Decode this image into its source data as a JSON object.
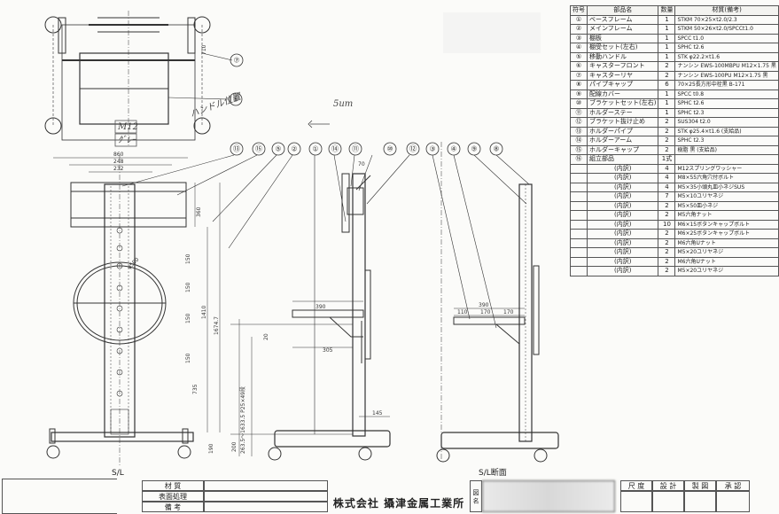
{
  "parts_table": {
    "headers": [
      "符号",
      "部品名",
      "数量",
      "材質(備考)"
    ],
    "rows": [
      {
        "no": "①",
        "name": "ベースフレーム",
        "qty": "1",
        "material": "STKM 70×25×t2.0/2.3"
      },
      {
        "no": "②",
        "name": "メインフレーム",
        "qty": "1",
        "material": "STKM 50×26×t2.0/SPCCt1.0"
      },
      {
        "no": "③",
        "name": "棚板",
        "qty": "1",
        "material": "SPCC t1.0"
      },
      {
        "no": "④",
        "name": "棚受セット(左右)",
        "qty": "1",
        "material": "SPHC t2.6"
      },
      {
        "no": "⑤",
        "name": "移動ハンドル",
        "qty": "1",
        "material": "STK φ22.2×t1.6"
      },
      {
        "no": "⑥",
        "name": "キャスターフロント",
        "qty": "2",
        "material": "ナンシン EWS-100MBPU M12×1.75 黒"
      },
      {
        "no": "⑦",
        "name": "キャスターリヤ",
        "qty": "2",
        "material": "ナンシン EWS-100PU M12×1.75 黒"
      },
      {
        "no": "⑧",
        "name": "パイプキャップ",
        "qty": "6",
        "material": "70×25長方形中栓黒 B-171"
      },
      {
        "no": "⑨",
        "name": "配線カバー",
        "qty": "1",
        "material": "SPCC t0.8"
      },
      {
        "no": "⑩",
        "name": "ブラケットセット(左右)",
        "qty": "1",
        "material": "SPHC t2.6"
      },
      {
        "no": "⑪",
        "name": "ホルダーステー",
        "qty": "1",
        "material": "SPHC t2.3"
      },
      {
        "no": "⑫",
        "name": "ブラケット抜け止め",
        "qty": "2",
        "material": "SUS304 t2.0"
      },
      {
        "no": "⑬",
        "name": "ホルダーパイプ",
        "qty": "2",
        "material": "STK φ25.4×t1.6 (支給品)"
      },
      {
        "no": "⑭",
        "name": "ホルダーアーム",
        "qty": "2",
        "material": "SPHC t2.3"
      },
      {
        "no": "⑮",
        "name": "ホルダーキャップ",
        "qty": "2",
        "material": "樹脂 黒 (支給品)"
      },
      {
        "no": "⑯",
        "name": "組立部品",
        "qty": "1式",
        "material": ""
      }
    ],
    "sub_rows": [
      {
        "name": "(内訳)",
        "qty": "4",
        "material": "M12スプリングワッシャー"
      },
      {
        "name": "(内訳)",
        "qty": "4",
        "material": "M8×55六角穴付ボルト"
      },
      {
        "name": "(内訳)",
        "qty": "4",
        "material": "M5×35小頭丸皿小ネジSUS"
      },
      {
        "name": "(内訳)",
        "qty": "7",
        "material": "M5×10ユリヤネジ"
      },
      {
        "name": "(内訳)",
        "qty": "2",
        "material": "M5×50皿小ネジ"
      },
      {
        "name": "(内訳)",
        "qty": "2",
        "material": "M5六角ナット"
      },
      {
        "name": "(内訳)",
        "qty": "10",
        "material": "M6×15ボタンキャップボルト"
      },
      {
        "name": "(内訳)",
        "qty": "2",
        "material": "M6×25ボタンキャップボルト"
      },
      {
        "name": "(内訳)",
        "qty": "2",
        "material": "M6六角Uナット"
      },
      {
        "name": "(内訳)",
        "qty": "2",
        "material": "M5×20ユリヤネジ"
      },
      {
        "name": "(内訳)",
        "qty": "2",
        "material": "M6六角Uナット"
      },
      {
        "name": "(内訳)",
        "qty": "2",
        "material": "M5×20ユリヤネジ"
      }
    ]
  },
  "title_block": {
    "material_label": "材 質",
    "surface_label": "表面処理",
    "remarks_label": "備 考",
    "company": "株式会社 攝津金属工業所",
    "drawing_label": "図 名",
    "scale_label": "尺 度",
    "design_label": "設 計",
    "draft_label": "製 図",
    "approve_label": "承 認"
  },
  "drawing": {
    "callouts": [
      "⑬",
      "⑮",
      "⑤",
      "②",
      "①",
      "⑭",
      "⑪",
      "⑩",
      "⑫",
      "③",
      "④",
      "⑨",
      "⑧",
      "⑦",
      "⑥"
    ],
    "dims": {
      "w860": "860",
      "w248": "248",
      "w232": "232",
      "h360": "360",
      "phi500": "φ500",
      "h150a": "150",
      "h150b": "150",
      "h150c": "150",
      "h150d": "150",
      "h1410": "1410",
      "h1674": "1674.7",
      "h735": "735",
      "h190": "190",
      "h_range": "263.5～1633.5 P25×49段",
      "h200": "200",
      "h710": "710",
      "d390a": "390",
      "d305": "305",
      "d20": "20",
      "d145": "145",
      "d70": "70",
      "d390b": "390",
      "d110": "110",
      "d170": "170",
      "d170b": "170"
    },
    "notes": {
      "sl_left": "S/L",
      "sl_section": "S/L断面",
      "hand_5um": "5um",
      "hand_top": "ハンドル位置",
      "hand_box1": "M12",
      "hand_box2": "ｸﾞﾚｰ"
    }
  },
  "colors": {
    "line": "#333333",
    "paper": "#fbfbf9"
  }
}
